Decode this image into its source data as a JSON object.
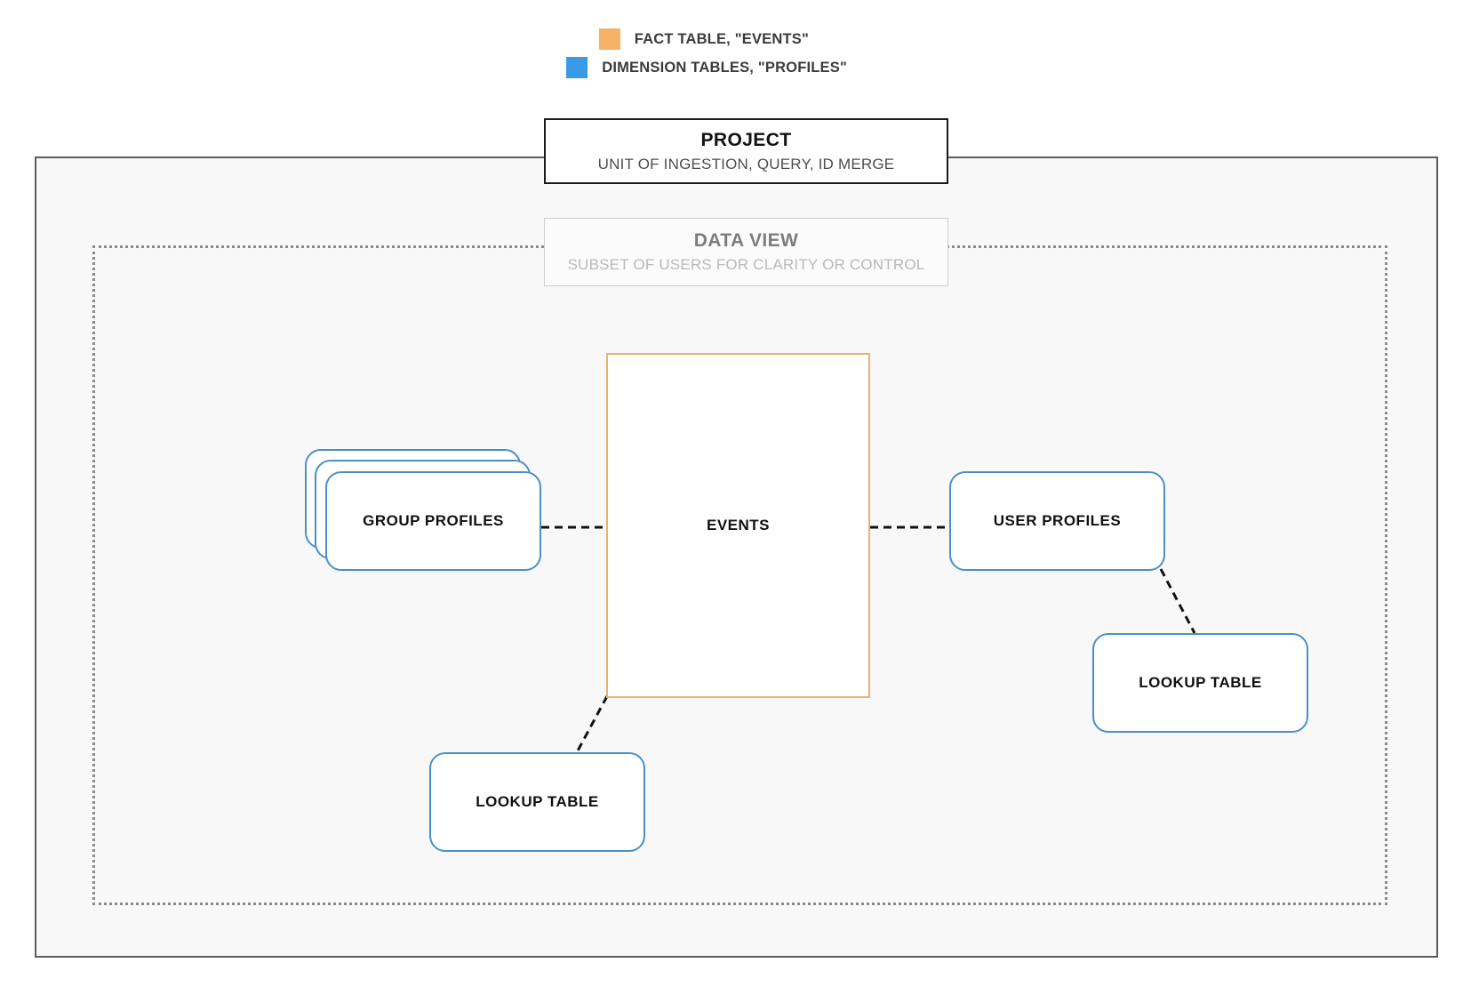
{
  "legend": {
    "items": [
      {
        "id": "fact-table",
        "swatch_color": "#f5b266",
        "label": "FACT TABLE, \"EVENTS\""
      },
      {
        "id": "dimension-tables",
        "swatch_color": "#3b9ae8",
        "label": "DIMENSION TABLES, \"PROFILES\""
      }
    ]
  },
  "project": {
    "title": "PROJECT",
    "subtitle": "UNIT OF INGESTION, QUERY, ID MERGE",
    "border_color": "#1a1a1a"
  },
  "data_view": {
    "title": "DATA VIEW",
    "subtitle": "SUBSET OF USERS FOR CLARITY OR CONTROL",
    "border_color": "#cfcfcf"
  },
  "nodes": {
    "events": {
      "label": "EVENTS",
      "type": "fact-table",
      "border_color": "#e8b273"
    },
    "group_profiles": {
      "label": "GROUP PROFILES",
      "type": "dimension-table",
      "border_color": "#4a90c4",
      "stacked": true
    },
    "user_profiles": {
      "label": "USER PROFILES",
      "type": "dimension-table",
      "border_color": "#4a90c4",
      "stacked": false
    },
    "lookup_table_right": {
      "label": "LOOKUP TABLE",
      "type": "dimension-table",
      "border_color": "#4a90c4",
      "stacked": false
    },
    "lookup_table_left": {
      "label": "LOOKUP TABLE",
      "type": "dimension-table",
      "border_color": "#4a90c4",
      "stacked": false
    }
  },
  "connectors": [
    {
      "id": "group-profiles-to-events",
      "from": "group_profiles",
      "to": "events",
      "style": "dashed"
    },
    {
      "id": "events-to-user-profiles",
      "from": "events",
      "to": "user_profiles",
      "style": "dashed"
    },
    {
      "id": "user-profiles-to-lookup-right",
      "from": "user_profiles",
      "to": "lookup_table_right",
      "style": "dashed"
    },
    {
      "id": "events-to-lookup-left",
      "from": "events",
      "to": "lookup_table_left",
      "style": "dashed"
    }
  ]
}
